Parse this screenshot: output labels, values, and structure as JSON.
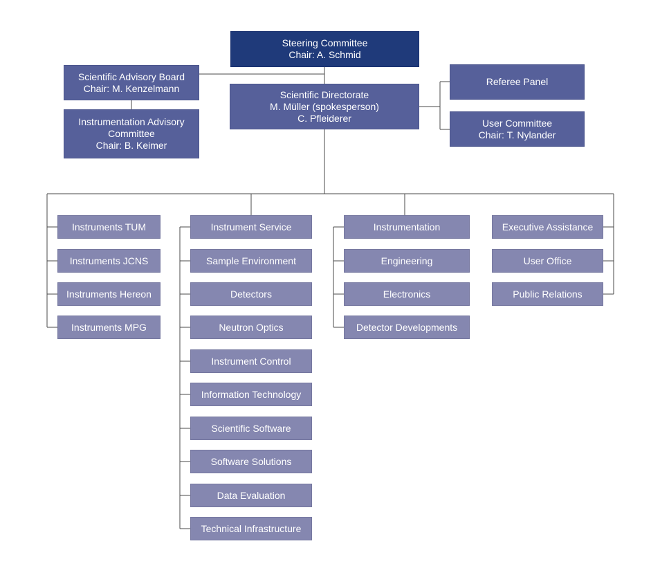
{
  "steering": "Steering Committee\nChair: A. Schmid",
  "advisory_board": "Scientific Advisory Board\nChair: M. Kenzelmann",
  "instrumentation_advisory": "Instrumentation Advisory\nCommittee\nChair: B. Keimer",
  "directorate": "Scientific Directorate\nM. Müller (spokesperson)\nC. Pfleiderer",
  "referee_panel": "Referee Panel",
  "user_committee": "User Committee\nChair: T. Nylander",
  "groups": [
    {
      "items": [
        "Instruments TUM",
        "Instruments JCNS",
        "Instruments Hereon",
        "Instruments MPG"
      ]
    },
    {
      "items": [
        "Instrument Service",
        "Sample Environment",
        "Detectors",
        "Neutron Optics",
        "Instrument Control",
        "Information Technology",
        "Scientific Software",
        "Software Solutions",
        "Data Evaluation",
        "Technical Infrastructure"
      ]
    },
    {
      "items": [
        "Instrumentation",
        "Engineering",
        "Electronics",
        "Detector Developments"
      ]
    },
    {
      "items": [
        "Executive Assistance",
        "User Office",
        "Public Relations"
      ]
    }
  ],
  "colors": {
    "top": "#1f3a7a",
    "mid": "#56609a",
    "dept": "#8587b0",
    "line": "#4a4a4a"
  }
}
